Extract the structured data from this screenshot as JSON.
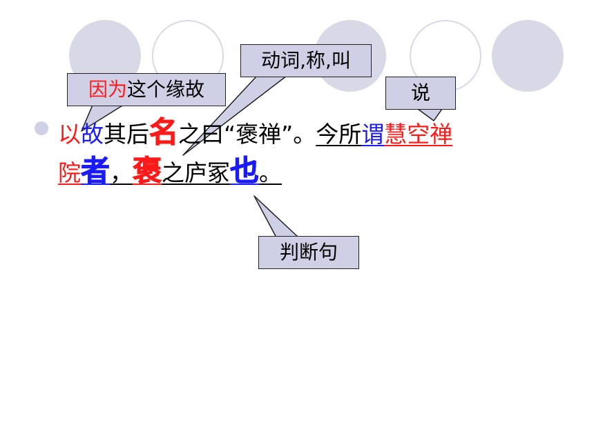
{
  "callouts": {
    "because": {
      "red": "因为",
      "black": "这个缘故"
    },
    "verb": "动词,称,叫",
    "say": "说",
    "judgment": "判断句"
  },
  "sentence": {
    "line1": [
      {
        "text": "以",
        "style": "red"
      },
      {
        "text": "故",
        "style": "blue"
      },
      {
        "text": "其后",
        "style": "plain"
      },
      {
        "text": "名",
        "style": "red big"
      },
      {
        "text": "之曰“褒禅”。",
        "style": "plain"
      },
      {
        "text": "今所",
        "style": "plain ul"
      },
      {
        "text": "谓",
        "style": "blue ul"
      },
      {
        "text": "慧空禅",
        "style": "red ul"
      }
    ],
    "line2": [
      {
        "text": "院",
        "style": "red ul"
      },
      {
        "text": "者",
        "style": "blue big ul"
      },
      {
        "text": "，",
        "style": "plain ul"
      },
      {
        "text": "褒",
        "style": "red big ul"
      },
      {
        "text": "之庐冢",
        "style": "plain ul"
      },
      {
        "text": "也",
        "style": "blue big ul"
      },
      {
        "text": "。",
        "style": "plain ul"
      }
    ]
  },
  "colors": {
    "red": "#ff1a1a",
    "blue": "#1a1aff",
    "callout_fill": "#cfcfe6",
    "circle": "#d8d8e6"
  }
}
